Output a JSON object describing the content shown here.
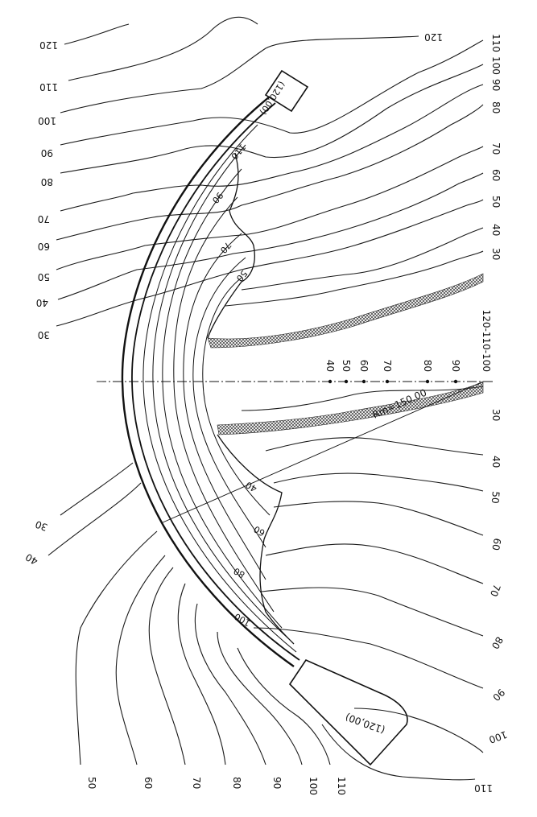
{
  "diagram": {
    "axis_label": "120-110-100",
    "radius_label": "Rm=150,00",
    "crest_left": "(120,00)",
    "crest_right": "(120,00)",
    "axis_marks": [
      "40",
      "50",
      "60",
      "70",
      "80",
      "90"
    ],
    "arch_elev_upper": [
      "110",
      "90",
      "70",
      "50"
    ],
    "arch_elev_lower": [
      "40",
      "60",
      "80",
      "100"
    ],
    "contour_labels_bottom": [
      "50",
      "60",
      "70",
      "80",
      "90",
      "100",
      "110"
    ],
    "contour_labels_right_lower": [
      "110",
      "100",
      "90",
      "80",
      "70",
      "60",
      "50",
      "40",
      "30"
    ],
    "contour_labels_right_upper": [
      "30",
      "40",
      "50",
      "60",
      "70",
      "80",
      "90",
      "100",
      "110",
      "120"
    ],
    "contour_labels_left": [
      "120",
      "110",
      "100",
      "90",
      "80",
      "70",
      "60",
      "50",
      "40",
      "30"
    ],
    "contour_labels_left_lower": [
      "30",
      "40"
    ]
  },
  "colors": {
    "ink": "#111111",
    "paper": "#ffffff"
  }
}
